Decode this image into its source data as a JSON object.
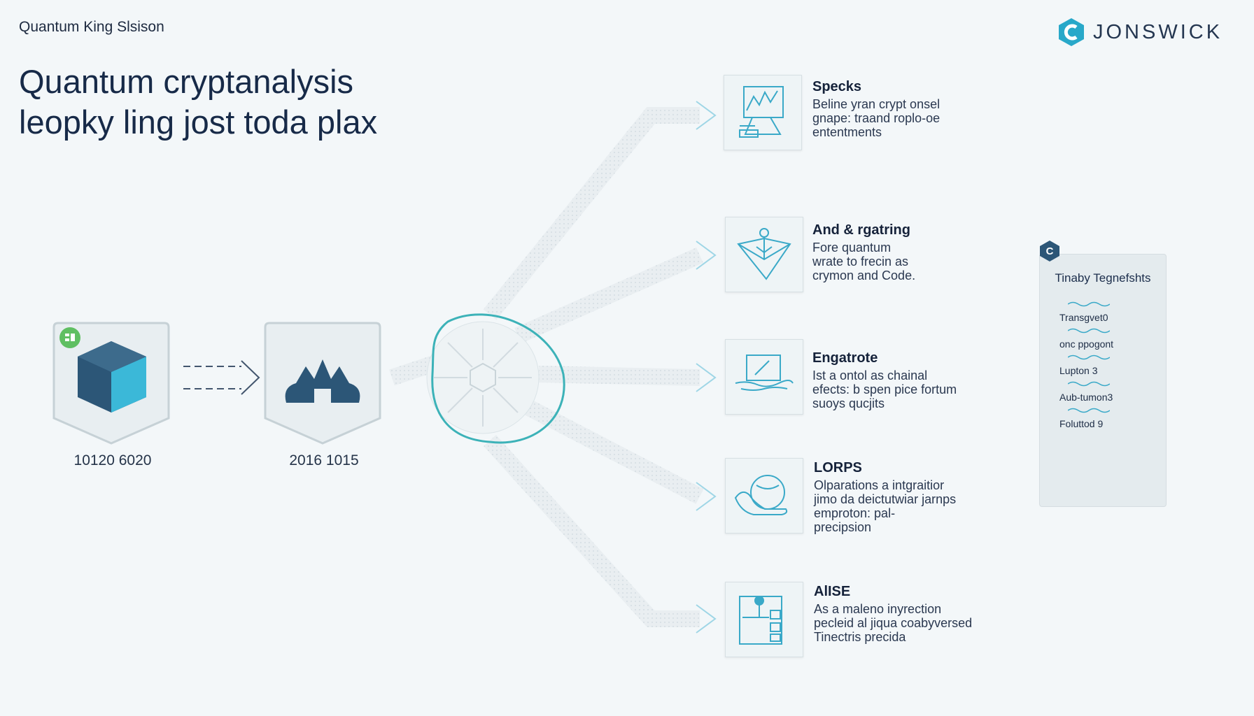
{
  "header": {
    "brand_small": "Quantum King Slsison",
    "title_lines": [
      "Quantum cryptanalysis",
      "leopky ling jost toda plax"
    ]
  },
  "logo": {
    "text": "JONSWICK",
    "letter": "C",
    "color": "#28a8c9"
  },
  "nodes": [
    {
      "label": "10120 6020",
      "icon": "cube-icon"
    },
    {
      "label": "2016 1015",
      "icon": "cloud-house-icon"
    }
  ],
  "items": [
    {
      "title": "Specks",
      "desc": [
        "Beline yran crypt onsel",
        "gnape: traand roplo-oe",
        "ententments"
      ],
      "icon": "chart-monitor-icon"
    },
    {
      "title": "And & rgatring",
      "desc": [
        "Fore quantum",
        "wrate to frecin as",
        "crymon and Code."
      ],
      "icon": "diamond-network-icon"
    },
    {
      "title": "Engatrote",
      "desc": [
        "Ist a ontol as chainal",
        "efects: b spen pice fortum",
        "suoys qucjits"
      ],
      "icon": "laptop-pen-icon"
    },
    {
      "title": "LORPS",
      "desc": [
        "Olparations a intgraitior",
        "jimo da deictutwiar jarnps",
        "emproton: pal-",
        "precipsion"
      ],
      "icon": "hand-globe-icon"
    },
    {
      "title": "AlISE",
      "desc": [
        "As a maleno inyrection",
        "pecleid al jiqua coabyversed",
        "Tinectris precida"
      ],
      "icon": "device-controls-icon"
    }
  ],
  "panel": {
    "badge": "C",
    "title": "Tinaby Tegnefshts",
    "items": [
      "Transgvet0",
      "onc ppogont",
      "Lupton 3",
      "Aub-tumon3",
      "Foluttod 9"
    ]
  },
  "colors": {
    "navy": "#2c5677",
    "cyan": "#3bb8d8",
    "teal": "#3cb2b8",
    "green": "#5fbf62"
  }
}
